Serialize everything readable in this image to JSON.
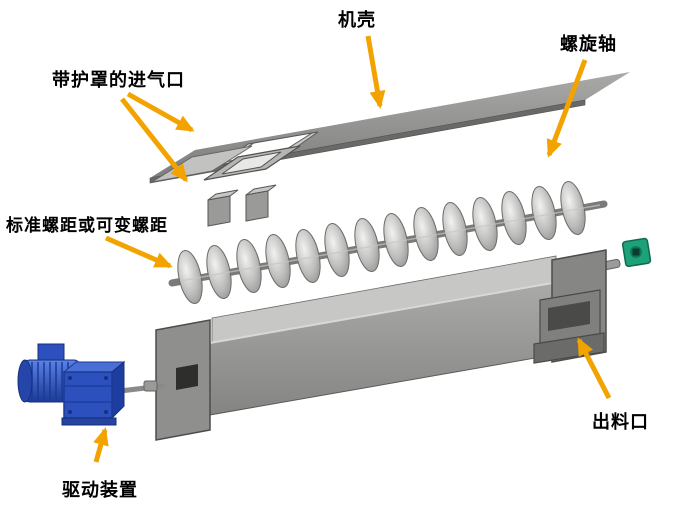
{
  "diagram": {
    "type": "exploded-view",
    "labels": {
      "casing": "机壳",
      "screw_shaft": "螺旋轴",
      "inlet": "带护罩的进气口",
      "pitch": "标准螺距或可变螺距",
      "drive": "驱动装置",
      "outlet": "出料口"
    },
    "colors": {
      "arrow": "#F2A300",
      "label_text": "#000000",
      "steel_light": "#c9c9c7",
      "steel_mid": "#9a9a98",
      "steel_dark": "#6f6f6d",
      "motor_blue": "#2c50bd",
      "bearing_green": "#1ea079",
      "background": "#ffffff"
    }
  }
}
